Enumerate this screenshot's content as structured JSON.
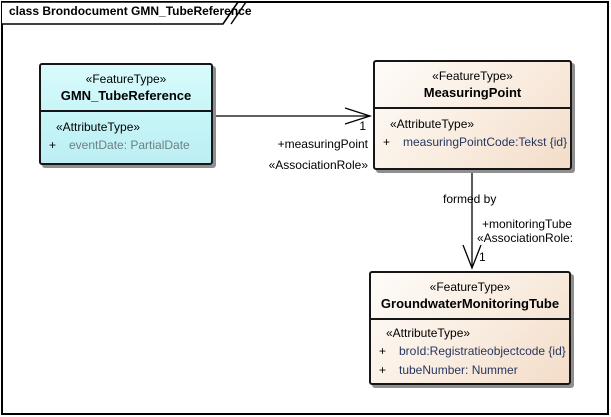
{
  "frame": {
    "title": "class Brondocument GMN_TubeReference"
  },
  "colors": {
    "class_fill_cyan": "#c4f4f7",
    "class_fill_beige": "#f6e3d1",
    "border": "#161616",
    "shadow": "#8f8f8f",
    "attribute_text_gray": "#6e7f80",
    "attribute_text_navy": "#26365e"
  },
  "classes": {
    "gmn_tube_reference": {
      "stereotype": "«FeatureType»",
      "name": "GMN_TubeReference",
      "attr_header": "«AttributeType»",
      "attributes": [
        {
          "visibility": "+",
          "signature": "eventDate: PartialDate"
        }
      ]
    },
    "measuring_point": {
      "stereotype": "«FeatureType»",
      "name": "MeasuringPoint",
      "attr_header": "«AttributeType»",
      "attributes": [
        {
          "visibility": "+",
          "signature": "measuringPointCode:Tekst {id}"
        }
      ]
    },
    "groundwater_monitoring_tube": {
      "stereotype": "«FeatureType»",
      "name": "GroundwaterMonitoringTube",
      "attr_header": "«AttributeType»",
      "attributes": [
        {
          "visibility": "+",
          "signature": "broId:Registratieobjectcode {id}"
        },
        {
          "visibility": "+",
          "signature": "tubeNumber: Nummer"
        }
      ]
    }
  },
  "associations": {
    "measuring_point": {
      "multiplicity": "1",
      "role": "+measuringPoint",
      "stereotype": "«AssociationRole»"
    },
    "monitoring_tube": {
      "name": "formed by",
      "role": "+monitoringTube",
      "stereotype": "«AssociationRole:",
      "multiplicity": "1"
    }
  }
}
